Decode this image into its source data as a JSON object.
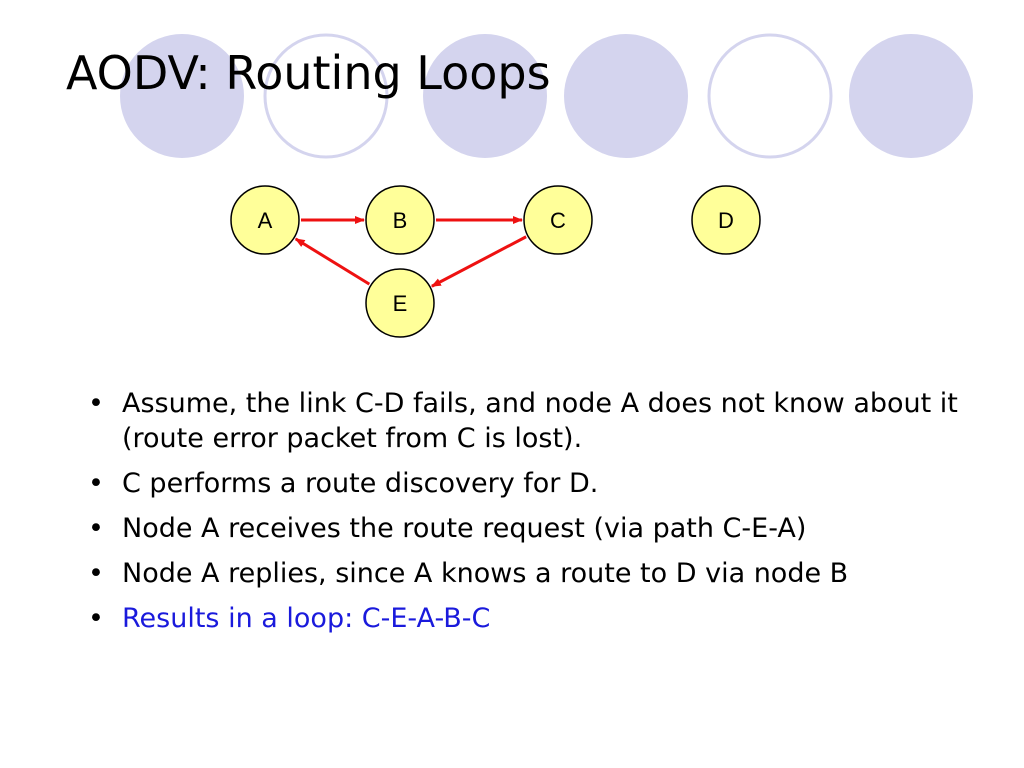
{
  "slide": {
    "title": "AODV: Routing Loops"
  },
  "theme": {
    "circle_fill": "#d4d4ee",
    "circle_stroke": "#d4d4ee",
    "node_fill": "#ffff99",
    "node_stroke": "#000000",
    "edge_color": "#ee1111",
    "highlight_text": "#1a1adc"
  },
  "diagram": {
    "nodes": [
      {
        "id": "A",
        "label": "A"
      },
      {
        "id": "B",
        "label": "B"
      },
      {
        "id": "C",
        "label": "C"
      },
      {
        "id": "D",
        "label": "D"
      },
      {
        "id": "E",
        "label": "E"
      }
    ],
    "edges": [
      {
        "from": "A",
        "to": "B"
      },
      {
        "from": "B",
        "to": "C"
      },
      {
        "from": "C",
        "to": "E"
      },
      {
        "from": "E",
        "to": "A"
      }
    ]
  },
  "bullets": [
    {
      "text": "Assume, the link C-D fails, and node A does not know about it (route error packet from C is lost).",
      "highlight": false
    },
    {
      "text": "C performs a route discovery for D.",
      "highlight": false
    },
    {
      "text": "Node A receives the route request (via path C-E-A)",
      "highlight": false
    },
    {
      "text": "Node A replies, since A knows a route to D via node B",
      "highlight": false
    },
    {
      "text": "Results in a loop: C-E-A-B-C",
      "highlight": true
    }
  ],
  "bullet_glyph": "•"
}
